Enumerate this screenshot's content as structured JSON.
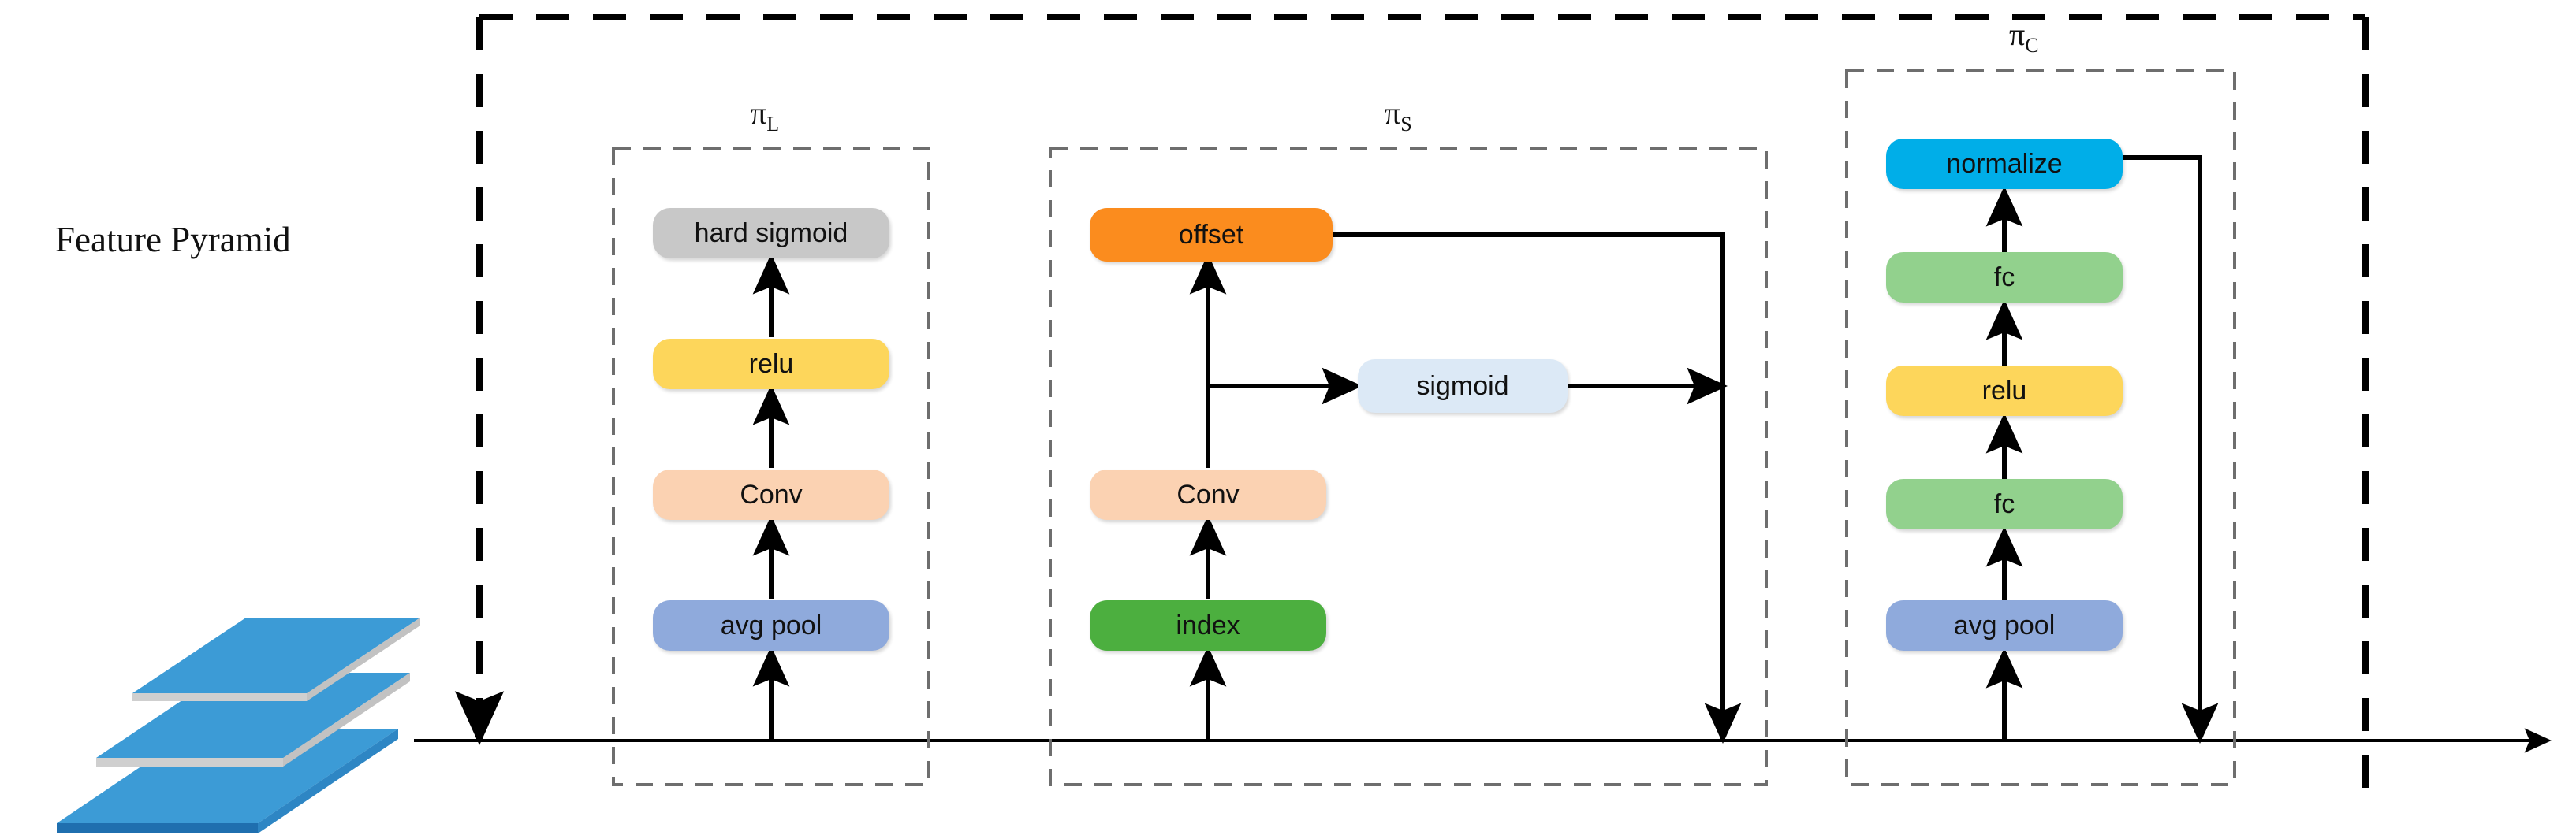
{
  "figure": {
    "pyramid_title": "Feature Pyramid",
    "bus_label": "",
    "groups": [
      {
        "id": "piL",
        "symbol": "π",
        "subscript": "L",
        "nodes": [
          {
            "label": "hard sigmoid",
            "color": "#C8C8C8"
          },
          {
            "label": "relu",
            "color": "#FDD65B"
          },
          {
            "label": "Conv",
            "color": "#FBD2B2"
          },
          {
            "label": "avg pool",
            "color": "#8FAADC"
          }
        ]
      },
      {
        "id": "piS",
        "symbol": "π",
        "subscript": "S",
        "nodes": [
          {
            "label": "offset",
            "color": "#FB8C1E"
          },
          {
            "label": "sigmoid",
            "color": "#DCE9F6"
          },
          {
            "label": "Conv",
            "color": "#FBD2B2"
          },
          {
            "label": "index",
            "color": "#4CAF3F"
          }
        ]
      },
      {
        "id": "piC",
        "symbol": "π",
        "subscript": "C",
        "nodes": [
          {
            "label": "normalize",
            "color": "#00AEE8"
          },
          {
            "label": "fc",
            "color": "#92D18D"
          },
          {
            "label": "relu",
            "color": "#FDD65B"
          },
          {
            "label": "fc",
            "color": "#92D18D"
          },
          {
            "label": "avg pool",
            "color": "#8FAADC"
          }
        ]
      }
    ],
    "colors": {
      "stroke": "#000000",
      "dash": "#6E6E6E",
      "outer_dash": "#000000",
      "pyramid_face": "#3C9BD6",
      "pyramid_edge": "#C9C9C9"
    }
  },
  "chart_data": {
    "type": "diagram",
    "title": "Feature Pyramid attention-head diagram",
    "branches": [
      {
        "name": "pi_L",
        "stack": [
          "avg pool",
          "Conv",
          "relu",
          "hard sigmoid"
        ]
      },
      {
        "name": "pi_S",
        "stack": [
          "index",
          "Conv",
          "offset"
        ],
        "side": [
          "sigmoid"
        ]
      },
      {
        "name": "pi_C",
        "stack": [
          "avg pool",
          "fc",
          "relu",
          "fc",
          "normalize"
        ]
      }
    ]
  }
}
